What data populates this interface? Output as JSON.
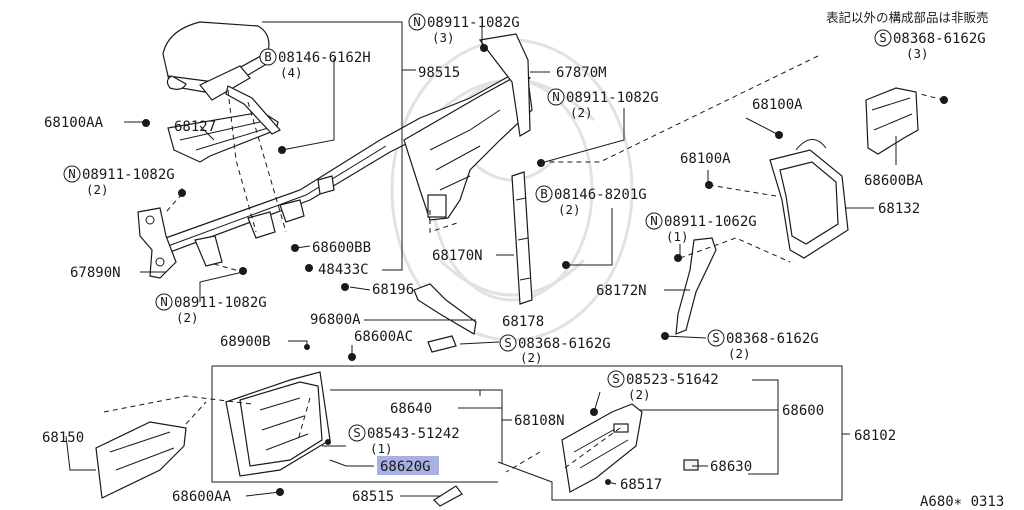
{
  "note": "表記以外の構成部品は非販売",
  "diagram_code": "A680∗ 0313",
  "labels": {
    "p98515": "98515",
    "p67870M": "67870M",
    "p68100AA": "68100AA",
    "p68127": "68127",
    "p68100A_1": "68100A",
    "p68100A_2": "68100A",
    "p68600BA": "68600BA",
    "p68132": "68132",
    "p67890N": "67890N",
    "p68600BB": "68600BB",
    "p48433C": "48433C",
    "p68170N": "68170N",
    "p68196": "68196",
    "p68172N": "68172N",
    "p96800A": "96800A",
    "p68178": "68178",
    "p68600AC": "68600AC",
    "p68900B": "68900B",
    "p68640": "68640",
    "p68108N": "68108N",
    "p68600": "68600",
    "p68102": "68102",
    "p68150": "68150",
    "p68620G": "68620G",
    "p68630": "68630",
    "p68515": "68515",
    "p68517": "68517",
    "p68600AA": "68600AA"
  },
  "fasteners": {
    "n1": {
      "prefix": "N",
      "number": "08911-1082G",
      "qty": "(3)"
    },
    "b1": {
      "prefix": "B",
      "number": "08146-6162H",
      "qty": "(4)"
    },
    "s1": {
      "prefix": "S",
      "number": "08368-6162G",
      "qty": "(3)"
    },
    "n2": {
      "prefix": "N",
      "number": "08911-1082G",
      "qty": "(2)"
    },
    "n3": {
      "prefix": "N",
      "number": "08911-1082G",
      "qty": "(2)"
    },
    "b2": {
      "prefix": "B",
      "number": "08146-8201G",
      "qty": "(2)"
    },
    "n4": {
      "prefix": "N",
      "number": "08911-1062G",
      "qty": "(1)"
    },
    "n5": {
      "prefix": "N",
      "number": "08911-1082G",
      "qty": "(2)"
    },
    "s2": {
      "prefix": "S",
      "number": "08368-6162G",
      "qty": "(2)"
    },
    "s3": {
      "prefix": "S",
      "number": "08368-6162G",
      "qty": "(2)"
    },
    "s4": {
      "prefix": "S",
      "number": "08523-51642",
      "qty": "(2)"
    },
    "s5": {
      "prefix": "S",
      "number": "08543-51242",
      "qty": "(1)"
    }
  },
  "highlighted_part": "68620G"
}
